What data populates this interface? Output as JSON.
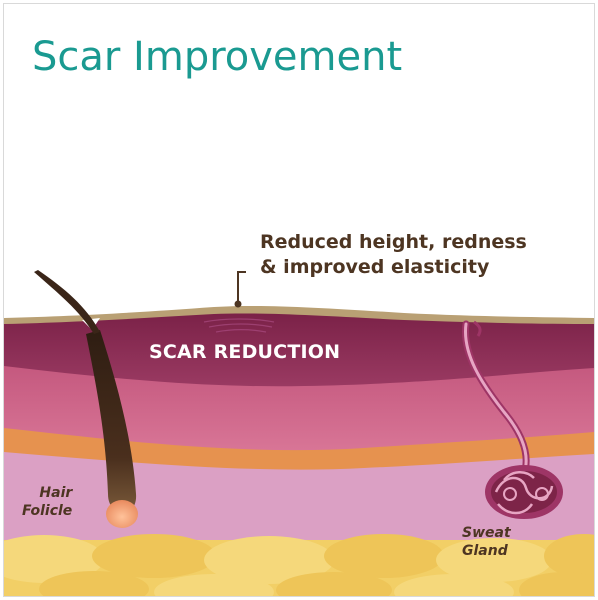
{
  "title": "Scar Improvement",
  "callout": {
    "line1": "Reduced height, redness",
    "line2": "& improved elasticity"
  },
  "layer_label": "SCAR REDUCTION",
  "structures": {
    "hair": {
      "line1": "Hair",
      "line2": "Folicle"
    },
    "sweat": {
      "line1": "Sweat",
      "line2": "Gland"
    }
  },
  "colors": {
    "title": "#1a9a91",
    "text_dark": "#4d3522",
    "epidermis_tan": "#b9a074",
    "scar_layer": "#84294f",
    "dermis_rose": "#c85f83",
    "dermis_orange": "#e6924f",
    "lower_dermis": "#dba0c4",
    "fat_yellow": "#f2cf66",
    "hair_dark": "#3a2518",
    "follicle_bulb": "#f4a97c",
    "gland": "#9e3566"
  }
}
